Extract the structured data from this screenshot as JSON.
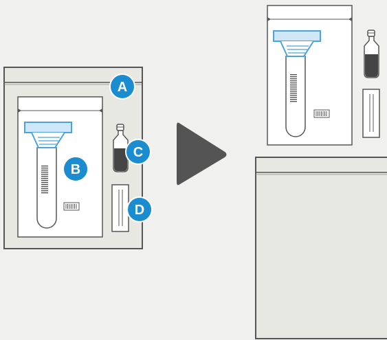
{
  "diagram": {
    "callouts": [
      {
        "id": "a",
        "label": "A"
      },
      {
        "id": "b",
        "label": "B"
      },
      {
        "id": "c",
        "label": "C"
      },
      {
        "id": "d",
        "label": "D"
      }
    ],
    "colors": {
      "background": "#f0f0ef",
      "bag_fill": "#e8e8e3",
      "outline": "#555555",
      "tube_cap": "#4aa3dd",
      "tube_cap_fill": "#cfe6f7",
      "badge": "#1b8ccf",
      "arrow": "#545454",
      "vial_liquid": "#454545"
    },
    "icons": {
      "arrow": "play-arrow-icon",
      "vial": "vial-icon",
      "tube": "swab-tube-icon",
      "strip": "test-strip-icon"
    }
  }
}
